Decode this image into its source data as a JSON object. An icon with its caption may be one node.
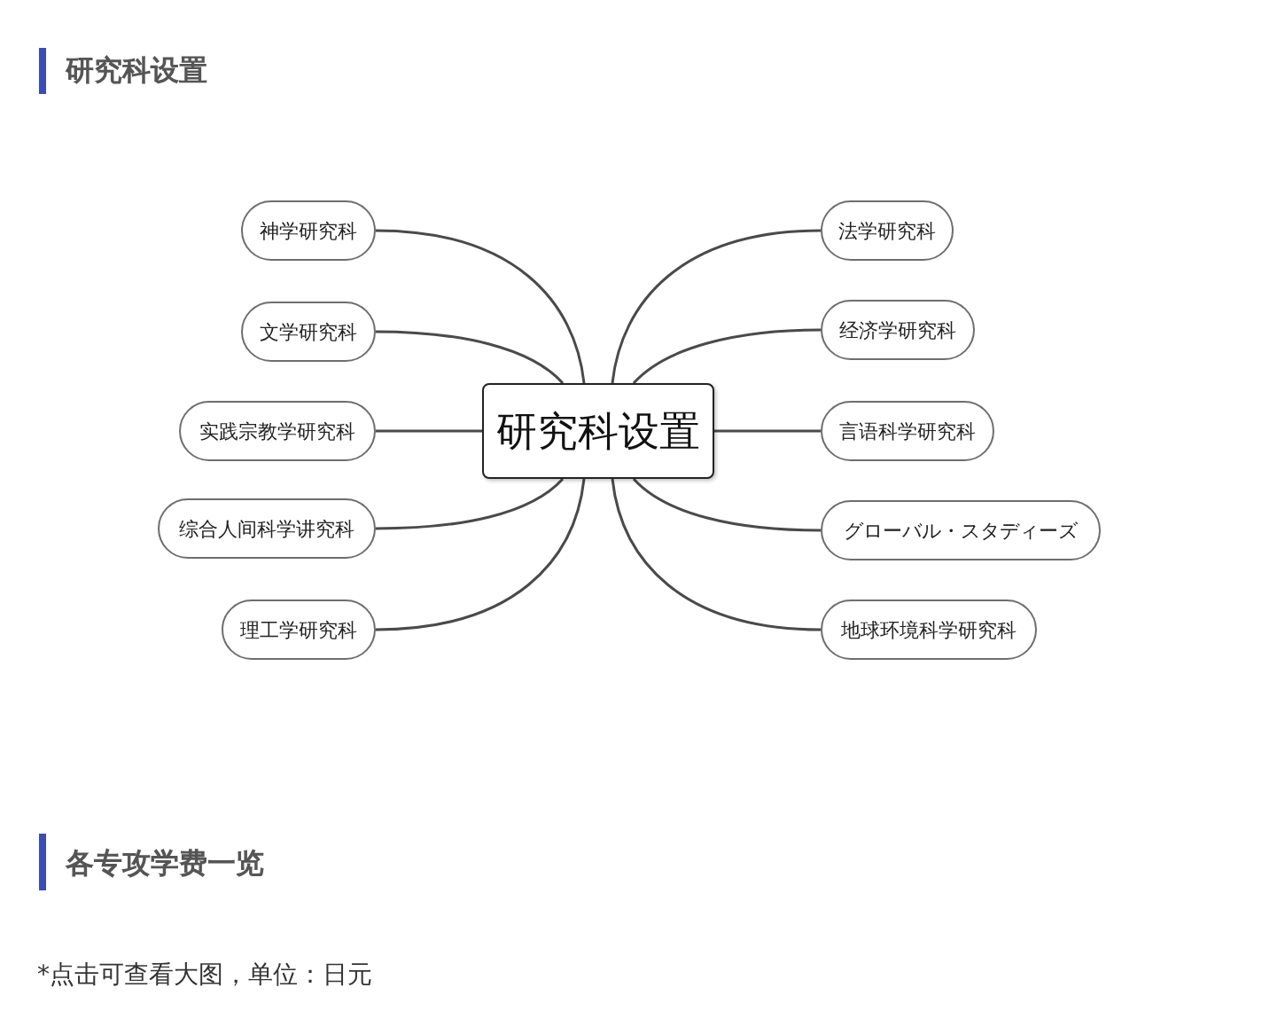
{
  "diagram": {
    "title": "研究科设置",
    "nodes": [
      {
        "text": [
          "研究科设置"
        ]
      },
      {
        "text": [
          "神学研究科"
        ]
      },
      {
        "text": [
          "文学研究科"
        ]
      },
      {
        "text": [
          "实践宗教学研究科"
        ]
      },
      {
        "text": [
          "综合人间科学讲究科"
        ]
      },
      {
        "text": [
          "理工学研究科"
        ]
      },
      {
        "text": [
          "法学研究科"
        ]
      },
      {
        "text": [
          "经济学研究科"
        ]
      },
      {
        "text": [
          "言语科学研究科"
        ]
      },
      {
        "text": [
          "グローバル・スタディーズ"
        ]
      },
      {
        "text": [
          "地球环境科学研究科"
        ]
      }
    ],
    "edges": [
      {
        "from": 0,
        "to": 1,
        "arrow": "none"
      },
      {
        "from": 0,
        "to": 2,
        "arrow": "none"
      },
      {
        "from": 0,
        "to": 3,
        "arrow": "none"
      },
      {
        "from": 0,
        "to": 4,
        "arrow": "none"
      },
      {
        "from": 0,
        "to": 5,
        "arrow": "none"
      },
      {
        "from": 0,
        "to": 6,
        "arrow": "none"
      },
      {
        "from": 0,
        "to": 7,
        "arrow": "none"
      },
      {
        "from": 0,
        "to": 8,
        "arrow": "none"
      },
      {
        "from": 0,
        "to": 9,
        "arrow": "none"
      },
      {
        "from": 0,
        "to": 10,
        "arrow": "none"
      }
    ],
    "labels": [
      "各专攻学费一览",
      "*点击可查看大图，单位：日元"
    ]
  }
}
